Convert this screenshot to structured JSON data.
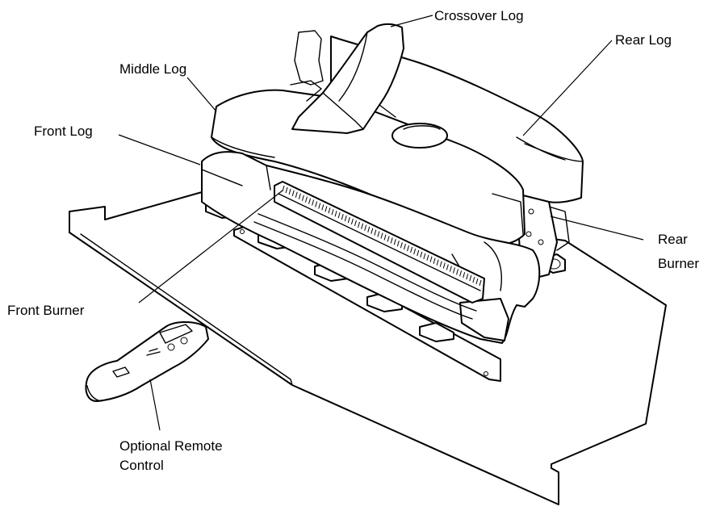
{
  "labels": {
    "crossover_log": "Crossover Log",
    "rear_log": "Rear Log",
    "middle_log": "Middle Log",
    "front_log": "Front Log",
    "rear_burner_line1": "Rear",
    "rear_burner_line2": "Burner",
    "front_burner": "Front Burner",
    "remote_line1": "Optional Remote",
    "remote_line2": "Control"
  }
}
